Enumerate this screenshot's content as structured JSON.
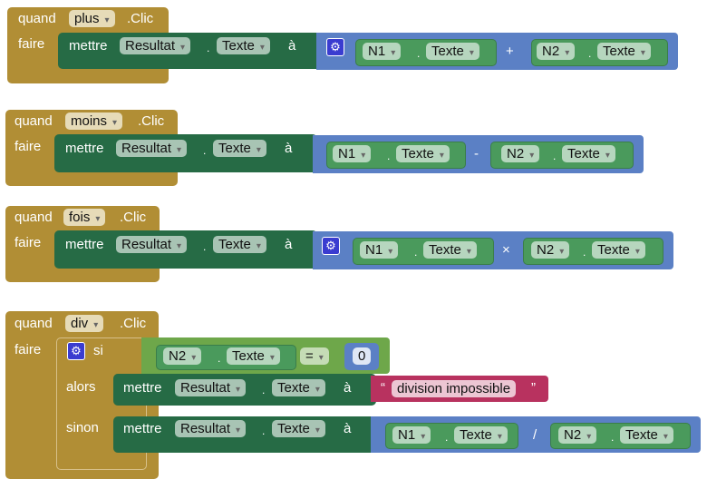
{
  "keywords": {
    "when": "quand",
    "do": "faire",
    "set": "mettre",
    "to": "à",
    "dot": ".",
    "if": "si",
    "then": "alors",
    "else": "sinon",
    "arrow": "▾"
  },
  "events": [
    {
      "component": "plus",
      "event": ".Clic",
      "target": "Resultat",
      "property": "Texte",
      "left": "N1",
      "left_prop": "Texte",
      "op": "+",
      "right": "N2",
      "right_prop": "Texte"
    },
    {
      "component": "moins",
      "event": ".Clic",
      "target": "Resultat",
      "property": "Texte",
      "left": "N1",
      "left_prop": "Texte",
      "op": "-",
      "right": "N2",
      "right_prop": "Texte"
    },
    {
      "component": "fois",
      "event": ".Clic",
      "target": "Resultat",
      "property": "Texte",
      "left": "N1",
      "left_prop": "Texte",
      "op": "×",
      "right": "N2",
      "right_prop": "Texte"
    },
    {
      "component": "div",
      "event": ".Clic",
      "cond_comp": "N2",
      "cond_prop": "Texte",
      "cond_op": "=",
      "cond_value": "0",
      "then_target": "Resultat",
      "then_prop": "Texte",
      "then_text": "division impossible",
      "quote_open": "“",
      "quote_close": "”",
      "else_target": "Resultat",
      "else_prop": "Texte",
      "left": "N1",
      "left_prop": "Texte",
      "op": "/",
      "right": "N2",
      "right_prop": "Texte"
    }
  ],
  "colors": {
    "event": "#b18e35",
    "set": "#266b45",
    "math": "#5b80c5",
    "getter": "#4a9a5c",
    "compare": "#6ea74a",
    "text": "#b8325f"
  }
}
